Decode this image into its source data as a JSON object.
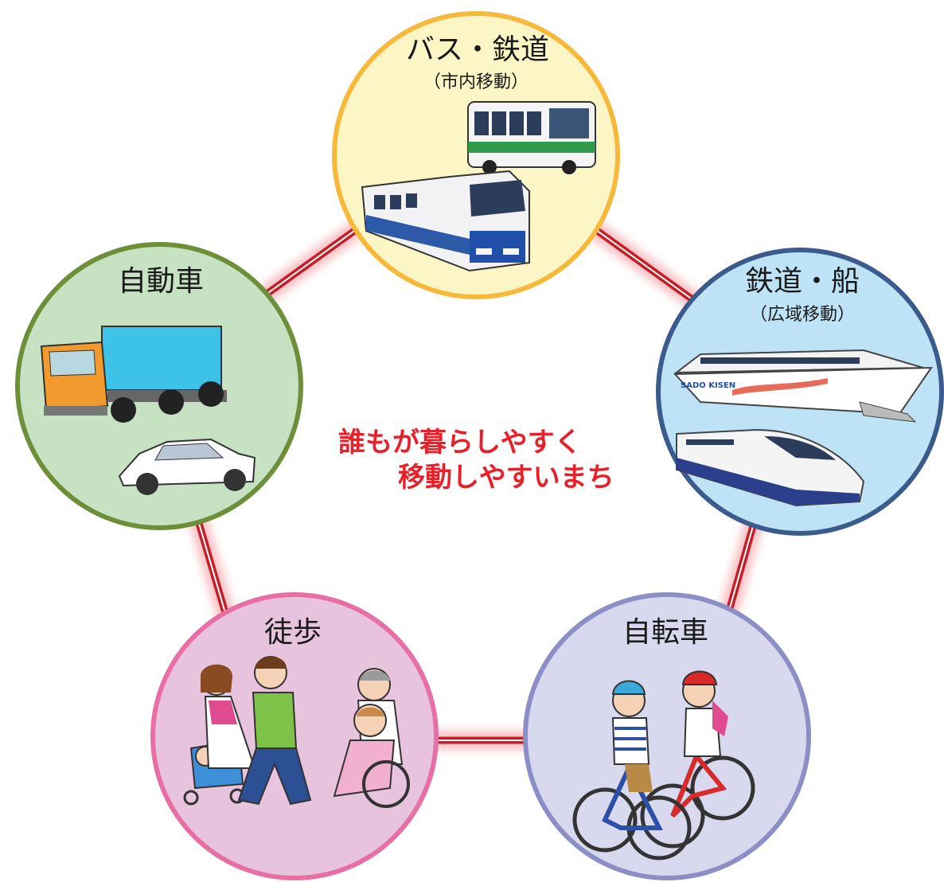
{
  "slogan": {
    "line1": "誰もが暮らしやすく",
    "line2": "移動しやすいまち"
  },
  "nodes": {
    "bus_rail": {
      "title": "バス・鉄道",
      "subtitle": "（市内移動）",
      "color": "#f6b93b",
      "fill": "#fcf6c6"
    },
    "rail_ship": {
      "title": "鉄道・船",
      "subtitle": "（広域移動）",
      "color": "#3a5b8c",
      "fill": "#bfe3f6"
    },
    "bicycle": {
      "title": "自転車",
      "color": "#8b8fc6",
      "fill": "#d8d8ef"
    },
    "walking": {
      "title": "徒歩",
      "color": "#e86fa5",
      "fill": "#e8c3de"
    },
    "car": {
      "title": "自動車",
      "color": "#6d8f3a",
      "fill": "#c7e2c3"
    }
  },
  "ring_color": "#c41e28",
  "ferry_text": "SADO KISEN"
}
